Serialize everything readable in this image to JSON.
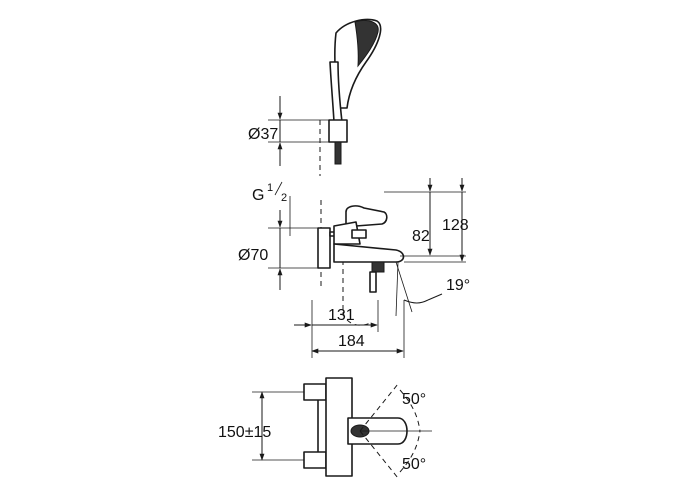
{
  "dimensions": {
    "holder_diameter": "Ø37",
    "thread_letter": "G",
    "thread_num": "1",
    "thread_den": "2",
    "body_diameter": "Ø70",
    "height_82": "82",
    "height_128": "128",
    "spout_angle": "19°",
    "depth_131": "131",
    "depth_184": "184",
    "centres": "150±15",
    "lever_angle_top": "50°",
    "lever_angle_bottom": "50°"
  }
}
